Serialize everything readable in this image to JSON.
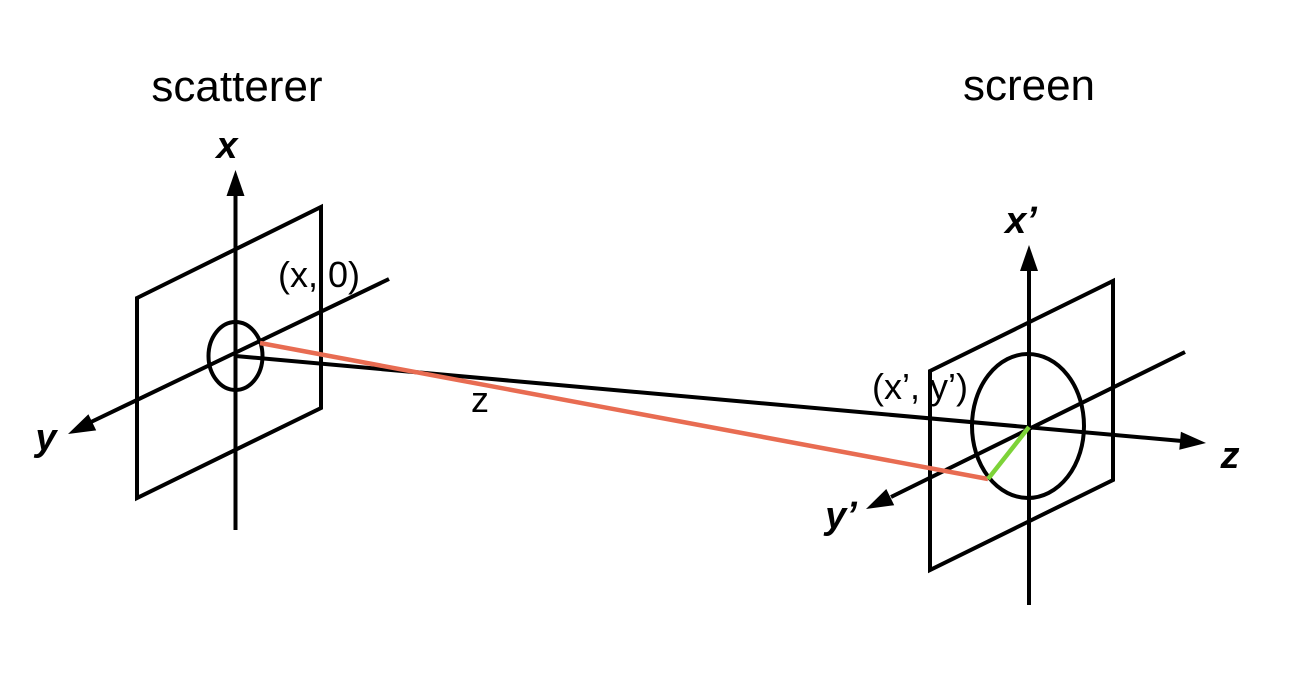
{
  "figure": {
    "background": "#FFFFFF",
    "ink": "#000000",
    "scatterer": {
      "title": "scatterer",
      "x_axis_label": "x",
      "y_axis_label": "y",
      "point_label": "(x, 0)"
    },
    "screen": {
      "title": "screen",
      "x_axis_label": "x’",
      "y_axis_label": "y’",
      "point_label": "(x’, y’)"
    },
    "z_axis": {
      "distance_label": "z",
      "axis_label": "z"
    },
    "rays": {
      "scattered_ray_color": "#E86C52",
      "radial_line_color": "#7DD338"
    }
  }
}
